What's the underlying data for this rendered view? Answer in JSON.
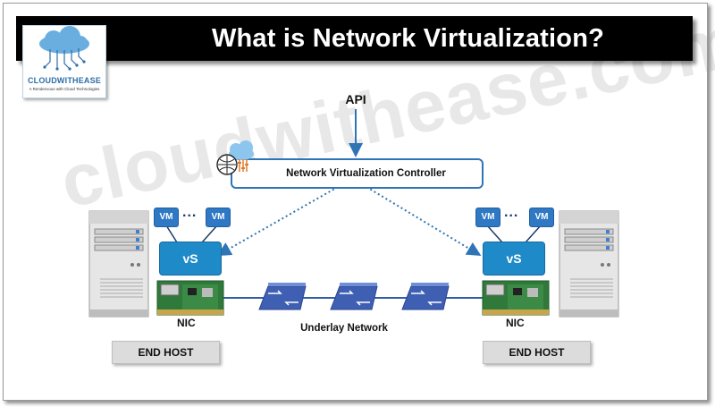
{
  "title": "What is Network Virtualization?",
  "logo": {
    "name": "CLOUDWITHEASE",
    "tagline": "A Rendezvous with Cloud Technologies"
  },
  "watermark": "cloudwithease.com",
  "api_label": "API",
  "controller_label": "Network Virtualization  Controller",
  "vm_label": "VM",
  "ellipsis": "...",
  "vswitch_label": "vS",
  "nic_label": "NIC",
  "underlay_label": "Underlay  Network",
  "end_host_label": "END HOST",
  "colors": {
    "accent": "#2f75b5",
    "vm": "#2f78c4",
    "vswitch": "#1f8ac8",
    "title_bg": "#000000",
    "switch": "#3f5fb3"
  }
}
